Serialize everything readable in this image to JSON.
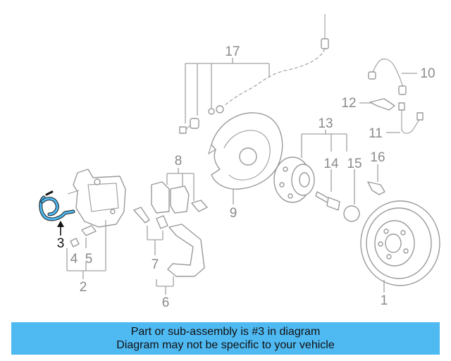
{
  "diagram": {
    "highlight_color": "#4fb9f2",
    "callouts": [
      {
        "id": "1",
        "label": "1"
      },
      {
        "id": "2",
        "label": "2"
      },
      {
        "id": "3",
        "label": "3",
        "highlighted": true
      },
      {
        "id": "4",
        "label": "4"
      },
      {
        "id": "5",
        "label": "5"
      },
      {
        "id": "6",
        "label": "6"
      },
      {
        "id": "7",
        "label": "7"
      },
      {
        "id": "8",
        "label": "8"
      },
      {
        "id": "9",
        "label": "9"
      },
      {
        "id": "10",
        "label": "10"
      },
      {
        "id": "11",
        "label": "11"
      },
      {
        "id": "12",
        "label": "12"
      },
      {
        "id": "13",
        "label": "13"
      },
      {
        "id": "14",
        "label": "14"
      },
      {
        "id": "15",
        "label": "15"
      },
      {
        "id": "16",
        "label": "16"
      },
      {
        "id": "17",
        "label": "17"
      }
    ]
  },
  "banner": {
    "line1": "Part or sub-assembly is #3 in diagram",
    "line2": "Diagram may not be specific to your vehicle",
    "color": "#4fb9f2"
  }
}
